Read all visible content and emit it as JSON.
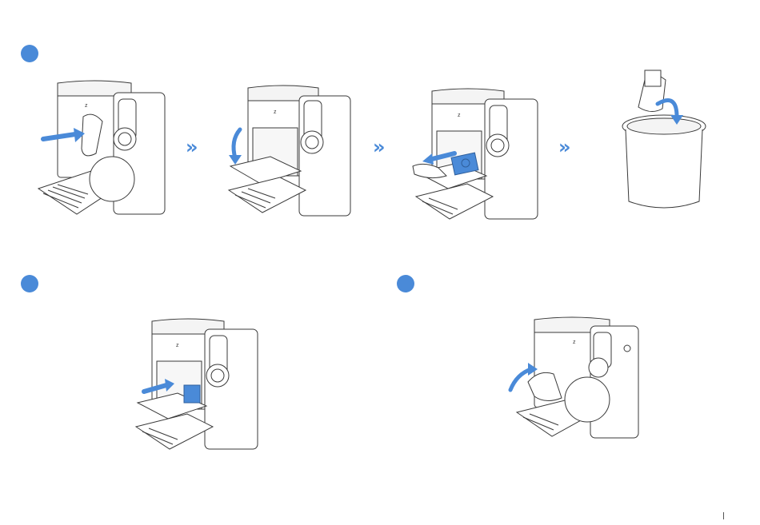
{
  "colors": {
    "accent": "#4a8ad8",
    "line": "#3a3a3a",
    "fill_light": "#f4f4f4",
    "fill_white": "#ffffff"
  },
  "icons": {
    "step_marker": "filled-circle",
    "sequence_arrow": "double-chevron-right",
    "direction_arrow": "curved-arrow",
    "push_arrow": "straight-arrow"
  },
  "steps": [
    {
      "id": "step-1",
      "panels": [
        "press-lid-release",
        "open-lid",
        "remove-dust-bag",
        "dispose-bag"
      ]
    },
    {
      "id": "step-2",
      "panels": [
        "insert-new-bag"
      ]
    },
    {
      "id": "step-3",
      "panels": [
        "close-lid"
      ]
    }
  ],
  "arrow_glyph": "»",
  "page_marker": "|"
}
